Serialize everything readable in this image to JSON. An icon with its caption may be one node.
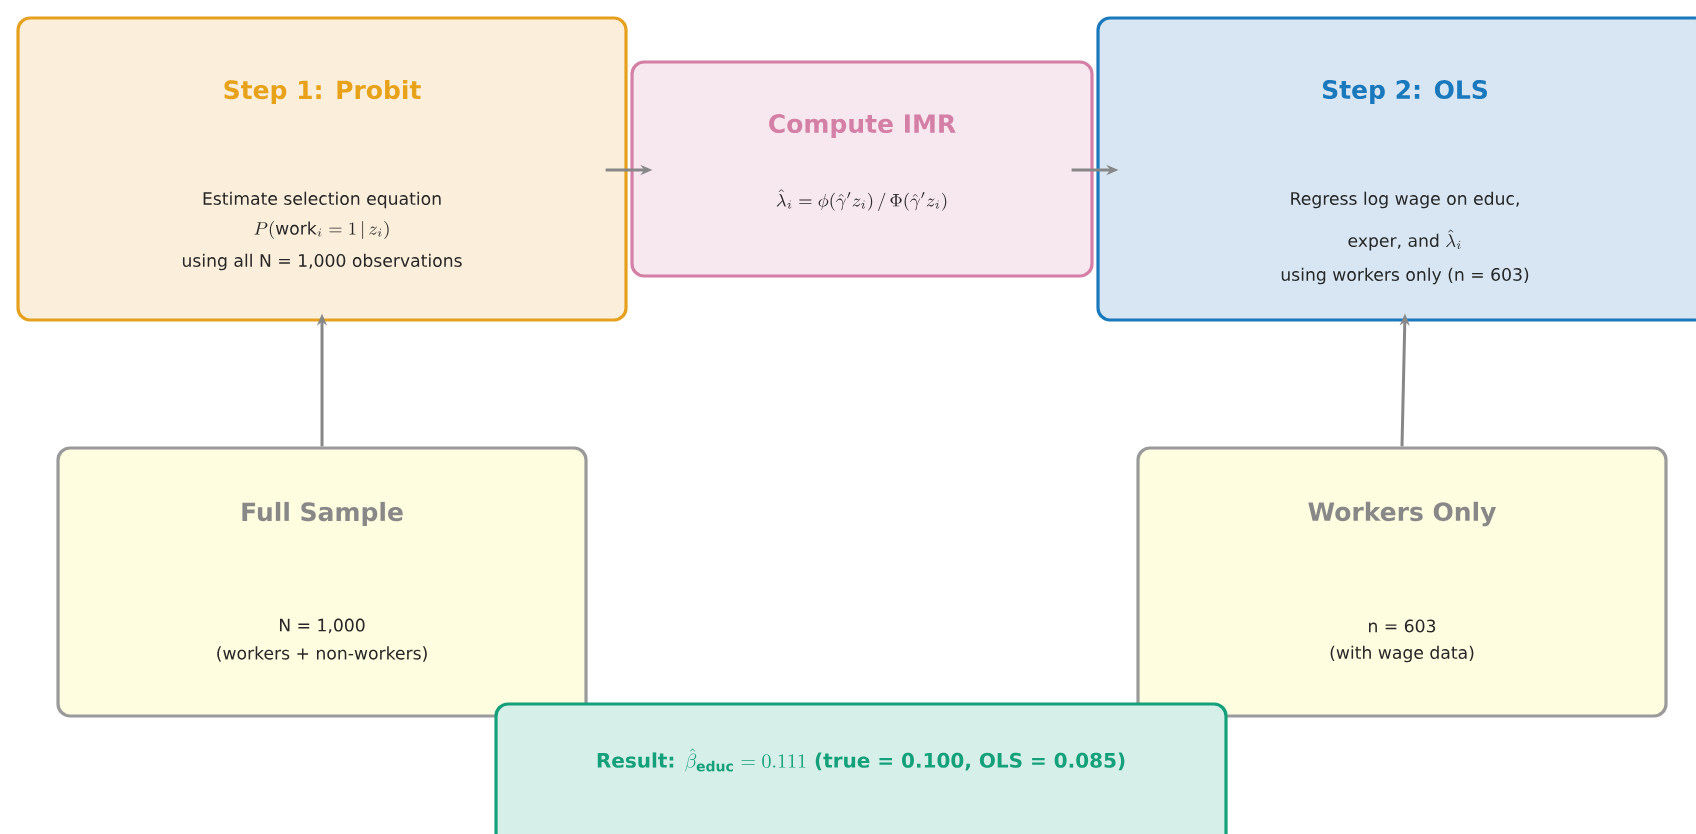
{
  "diagram": {
    "nodes": [
      {
        "text": [
          "Step 1: Probit",
          "Estimate selection equation",
          "P(\\mathrm{work}_i = 1\\,|\\,z_i)",
          "using all N = 1,000 observations"
        ]
      },
      {
        "text": [
          "Compute IMR",
          "\\hat{\\lambda}_i = \\phi(\\hat{\\gamma}'z_i)\\,/\\,\\Phi(\\hat{\\gamma}'z_i)"
        ]
      },
      {
        "text": [
          "Step 2: OLS",
          "Regress log wage on educ,",
          "\\text{exper, and } \\hat{\\lambda}_i",
          "using workers only (n = 603)"
        ]
      },
      {
        "text": [
          "Full Sample",
          "N = 1,000",
          "(workers + non-workers)"
        ]
      },
      {
        "text": [
          "Workers Only",
          "n = 603",
          "(with wage data)"
        ]
      },
      {
        "text": [
          "\\textbf{Result: }\\hat{\\beta}_{\\text{educ}} = 0.111\\textbf{ (true = 0.100, OLS = 0.085)}"
        ]
      }
    ],
    "edges": [
      {
        "from": 0,
        "to": 1,
        "arrow": "to"
      },
      {
        "from": 1,
        "to": 2,
        "arrow": "to"
      },
      {
        "from": 3,
        "to": 0,
        "arrow": "to"
      },
      {
        "from": 4,
        "to": 2,
        "arrow": "to"
      }
    ]
  }
}
